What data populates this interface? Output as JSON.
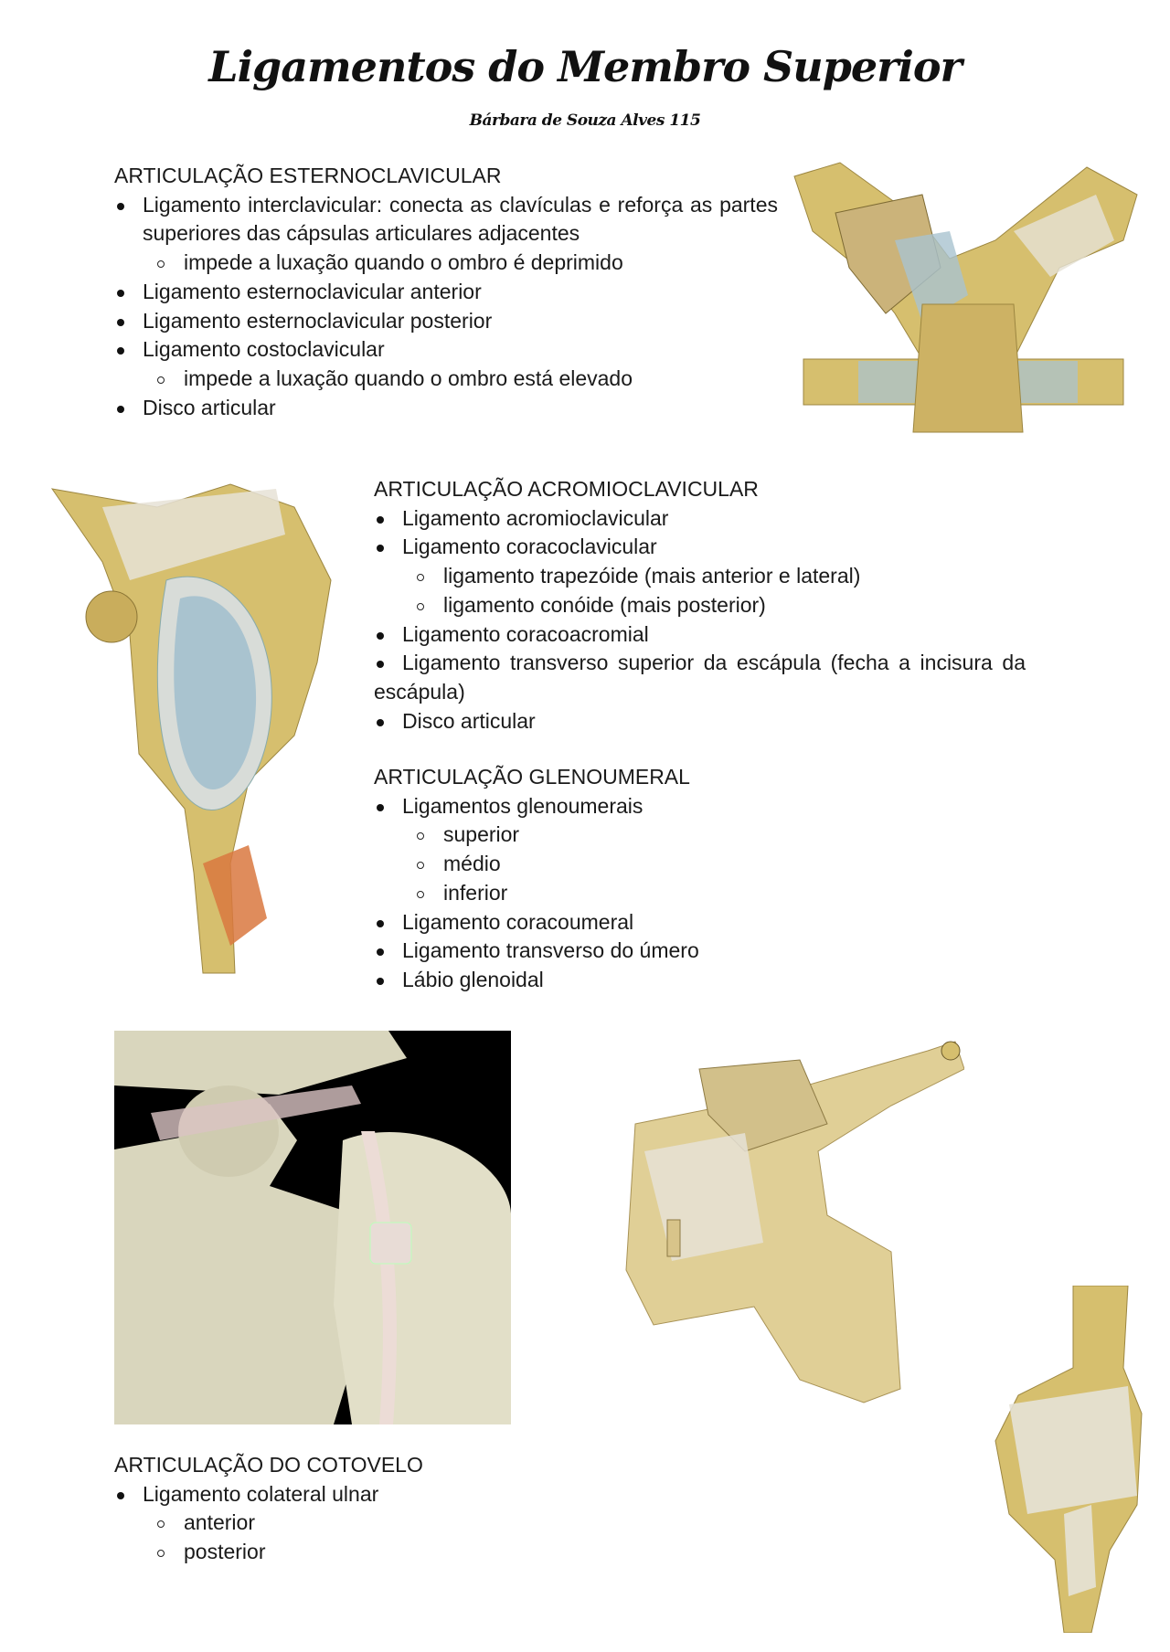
{
  "header": {
    "title": "Ligamentos do Membro Superior",
    "author": "Bárbara de Souza Alves 115"
  },
  "sections": [
    {
      "heading": "ARTICULAÇÃO ESTERNOCLAVICULAR",
      "items": [
        {
          "text": "Ligamento interclavicular: conecta as clavículas e reforça as partes superiores das cápsulas articulares adjacentes",
          "sub": [
            "impede a luxação quando o ombro é deprimido"
          ]
        },
        {
          "text": "Ligamento esternoclavicular anterior",
          "sub": []
        },
        {
          "text": "Ligamento esternoclavicular posterior",
          "sub": []
        },
        {
          "text": "Ligamento costoclavicular",
          "sub": [
            "impede a luxação quando o ombro está elevado"
          ]
        },
        {
          "text": "Disco articular",
          "sub": []
        }
      ]
    },
    {
      "heading": "ARTICULAÇÃO ACROMIOCLAVICULAR",
      "items": [
        {
          "text": "Ligamento acromioclavicular",
          "sub": []
        },
        {
          "text": "Ligamento coracoclavicular",
          "sub": [
            "ligamento trapezóide (mais anterior e lateral)",
            "ligamento conóide (mais posterior)"
          ]
        },
        {
          "text": "Ligamento coracoacromial",
          "sub": []
        },
        {
          "text": "Ligamento transverso superior da escápula (fecha a incisura da escápula)",
          "sub": []
        },
        {
          "text": "Disco articular",
          "sub": []
        }
      ]
    },
    {
      "heading": "ARTICULAÇÃO GLENOUMERAL",
      "items": [
        {
          "text": "Ligamentos glenoumerais",
          "sub": [
            "superior",
            "médio",
            "inferior"
          ]
        },
        {
          "text": "Ligamento coracoumeral",
          "sub": []
        },
        {
          "text": "Ligamento transverso do úmero",
          "sub": []
        },
        {
          "text": "Lábio glenoidal",
          "sub": []
        }
      ]
    },
    {
      "heading": "ARTICULAÇÃO DO COTOVELO",
      "items": [
        {
          "text": "Ligamento colateral ulnar",
          "sub": [
            "anterior",
            "posterior"
          ]
        }
      ]
    }
  ],
  "colors": {
    "bone": "#d6bf6e",
    "cartilage": "#a9c3cf",
    "ligament": "#e6e2d6",
    "render_bg": "#000000",
    "render_bone": "#d9d6bd"
  }
}
